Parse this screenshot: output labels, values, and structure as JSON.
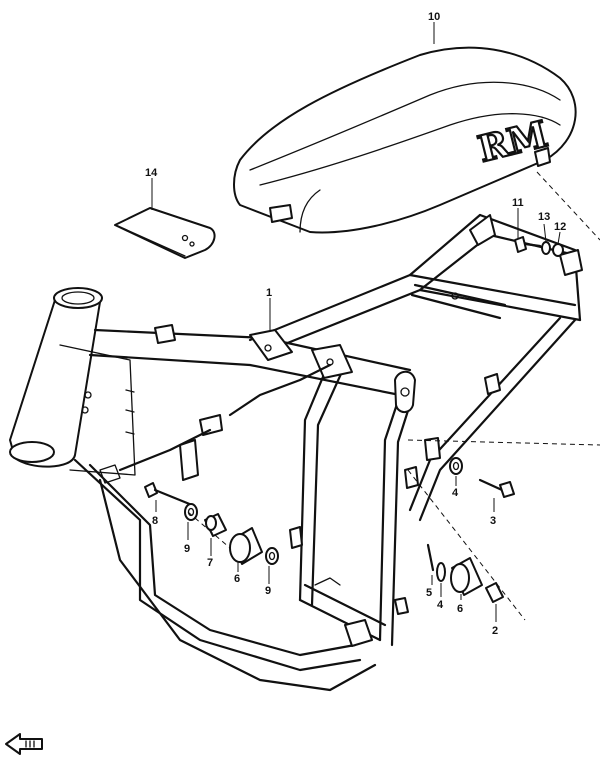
{
  "seat_logo": "RM",
  "callouts": {
    "c1": "1",
    "c2": "2",
    "c3": "3",
    "c4a": "4",
    "c4b": "4",
    "c5": "5",
    "c6a": "6",
    "c6b": "6",
    "c7": "7",
    "c8": "8",
    "c9a": "9",
    "c9b": "9",
    "c10": "10",
    "c11": "11",
    "c12": "12",
    "c13": "13",
    "c14": "14"
  },
  "icons": {
    "front_arrow": "front-direction-arrow-icon"
  }
}
